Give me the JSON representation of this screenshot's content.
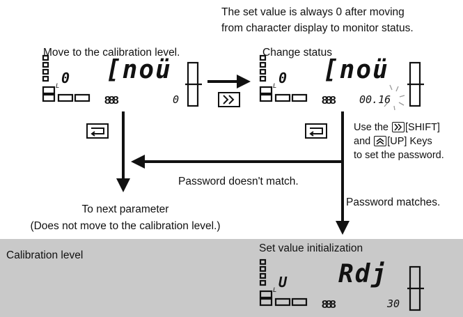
{
  "notes": {
    "top_note_line1": "The set value is always 0 after moving",
    "top_note_line2": "from character display to monitor status."
  },
  "labels": {
    "move_to_calibration": "Move to the calibration level.",
    "change_status": "Change status",
    "use_keys_line1": "Use the",
    "shift_label": "[SHIFT]",
    "use_keys_line2_and": "and",
    "up_label": "[UP] Keys",
    "use_keys_line3": "to set the password.",
    "password_no_match": "Password doesn't match.",
    "password_matches": "Password matches.",
    "to_next_line1": "To next parameter",
    "to_next_line2": "(Does not move to the calibration level.)",
    "calibration_level": "Calibration level",
    "set_value_init": "Set value initialization"
  },
  "displays": {
    "left": {
      "main": "[noü",
      "sub_left": "0",
      "unit_l": "L",
      "value": "0"
    },
    "middle": {
      "main": "[noü",
      "sub_left": "0",
      "unit_l": "L",
      "value": "00.16"
    },
    "bottom": {
      "main": "Rdj",
      "sub_left": "U",
      "unit_l": "L",
      "value": "30"
    }
  },
  "icons": {
    "shift_key": "double-chevron-right-icon",
    "up_key": "double-chevron-up-icon",
    "mode_key": "return-arrow-icon",
    "blink": "blinking-digit-icon"
  },
  "colors": {
    "band": "#c9c9c9",
    "ink": "#111111"
  }
}
